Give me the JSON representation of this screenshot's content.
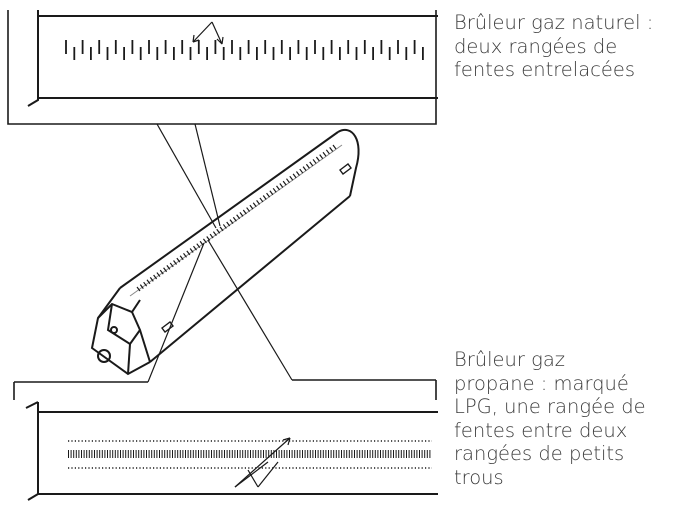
{
  "captions": {
    "natural_gas": [
      "Brûleur gaz naturel :",
      "deux rangées de",
      "fentes entrelacées"
    ],
    "propane": [
      "Brûleur gaz",
      "propane : marqué",
      "LPG, une rangée de",
      "fentes entre deux",
      "rangées de petits",
      "trous"
    ]
  },
  "colors": {
    "stroke": "#1a1a1a",
    "text": "#3a3a3a",
    "background": "#ffffff"
  }
}
